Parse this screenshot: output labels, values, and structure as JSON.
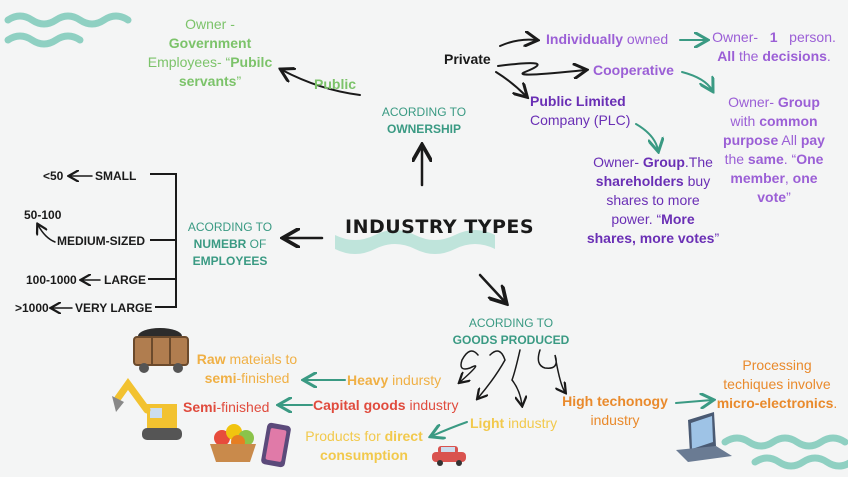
{
  "title": "INDUSTRY TYPES",
  "ownership": {
    "heading_1": "ACORDING TO",
    "heading_2": "OWNERSHIP",
    "public": {
      "label": "Public",
      "desc_owner_pre": "Owner -",
      "desc_owner_b": "Government",
      "desc_emp": "Employees- “",
      "desc_emp_b": "Pubilc servants",
      "desc_end": "”"
    },
    "private": {
      "label": "Private",
      "individual": {
        "b": "Individually",
        "t": " owned"
      },
      "individual_desc": {
        "a": "Owner-",
        "n": "1",
        "c": "person.",
        "d_b": "All",
        "d": " the ",
        "e_b": "decisions",
        "f": "."
      },
      "cooperative": "Cooperative",
      "coop_desc": {
        "a": "Owner- ",
        "a_b": "Group",
        "b": "with ",
        "b_b": "common purpose",
        "c": " All ",
        "c_b": "pay",
        "d": "the ",
        "d_b": "same",
        "e": ". “",
        "e_b": "One member",
        "f": ", ",
        "f_b": "one vote",
        "g": "”"
      },
      "plc_1": "Public Limited",
      "plc_2": "Company (PLC)",
      "plc_desc": {
        "a": "Owner- ",
        "a_b": "Group",
        "b": ".The",
        "c_b": "shareholders",
        "d": " buy shares to more power.  “",
        "e_b": "More shares, more votes",
        "f": "”"
      }
    }
  },
  "employees": {
    "heading_1": "ACORDING TO",
    "heading_2a": "NUMEBR",
    "heading_2b": " OF",
    "heading_3": "EMPLOYEES",
    "rows": [
      {
        "range": "<50",
        "label": "SMALL"
      },
      {
        "range": "50-100",
        "label": "MEDIUM-SIZED"
      },
      {
        "range": "100-1000",
        "label": "LARGE"
      },
      {
        "range": ">1000",
        "label": "VERY LARGE"
      }
    ]
  },
  "goods": {
    "heading_1": "ACORDING TO",
    "heading_2": "GOODS PRODUCED",
    "heavy": {
      "b": "Heavy",
      "t": "  indursty"
    },
    "heavy_desc": {
      "b1": "Raw",
      "t1": " mateials to",
      "b2": "semi",
      "t2": "-finished"
    },
    "capital": {
      "b": "Capital goods",
      "t": " industry"
    },
    "capital_desc": {
      "b": "Semi",
      "t": "-finished"
    },
    "light": {
      "b": "Light",
      "t": " industry"
    },
    "light_desc": {
      "t": "Products for ",
      "b1": "direct",
      "b2": "consumption"
    },
    "high": {
      "b": "High techonogy",
      "t": "industry"
    },
    "high_desc": {
      "t1": "Processing",
      "t2": "techiques involve",
      "b": "micro-electronics",
      "t3": "."
    }
  },
  "colors": {
    "accent_teal": "#3a9a83",
    "purple": "#6a2fb5",
    "light_purple": "#9b5fd6",
    "green": "#7cc36a",
    "orange": "#e98a2c",
    "wave": "#8fd0c2"
  }
}
